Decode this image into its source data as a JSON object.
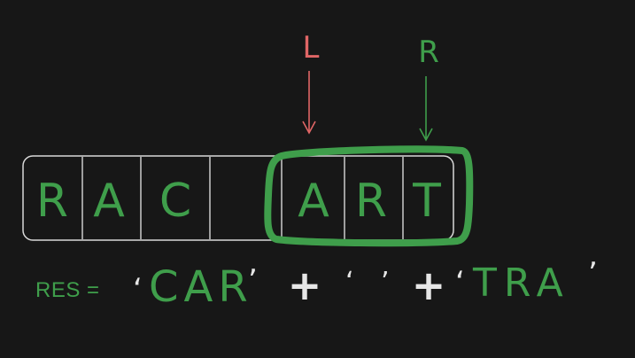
{
  "pointers": {
    "left": "L",
    "right": "R"
  },
  "array": {
    "cells": [
      "R",
      "A",
      "C",
      "",
      "A",
      "R",
      "T"
    ],
    "highlight_range": [
      4,
      6
    ]
  },
  "result": {
    "label": "RES =",
    "parts": [
      "CAR",
      " ",
      "TRA"
    ],
    "joiner": "+"
  },
  "colors": {
    "background": "#171717",
    "outline": "#d9d9d9",
    "green": "#3f9e4b",
    "red": "#e06666",
    "white": "#e6e6e6"
  }
}
